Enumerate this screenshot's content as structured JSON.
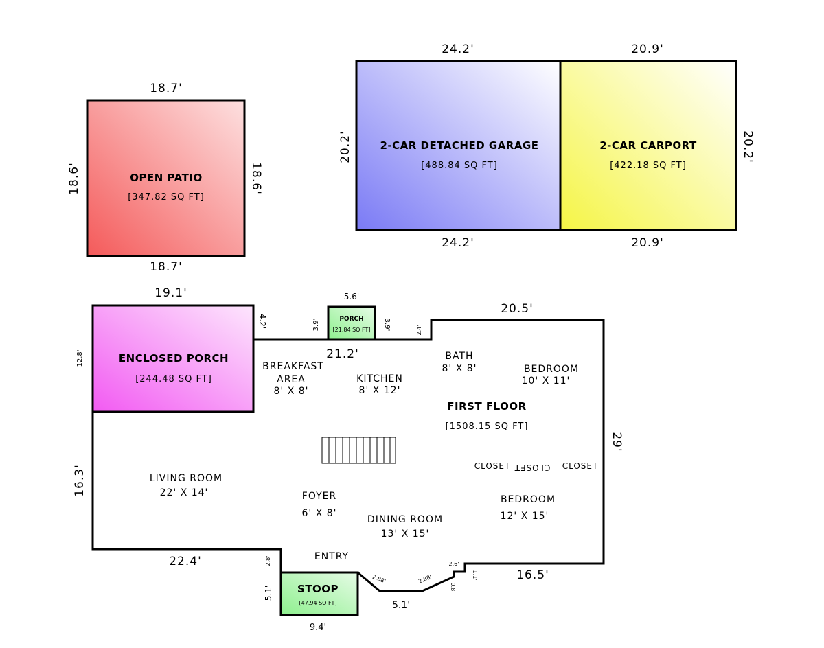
{
  "colors": {
    "patio": [
      "#f45a5a",
      "#fde0e0"
    ],
    "garage": [
      "#7a7af5",
      "#ffffff"
    ],
    "carport": [
      "#f5f545",
      "#ffffff"
    ],
    "enclosed_porch": [
      "#f25af2",
      "#fde6fd"
    ],
    "green": [
      "#8ef08e",
      "#e6fbe6"
    ]
  },
  "patio": {
    "name": "OPEN PATIO",
    "area": "[347.82 SQ FT]",
    "dim_top": "18.7'",
    "dim_bottom": "18.7'",
    "dim_left": "18.6'",
    "dim_right": "18.6'"
  },
  "garage": {
    "name": "2-CAR DETACHED GARAGE",
    "area": "[488.84 SQ FT]",
    "dim_top": "24.2'",
    "dim_bottom": "24.2'",
    "dim_left": "20.2'"
  },
  "carport": {
    "name": "2-CAR CARPORT",
    "area": "[422.18 SQ FT]",
    "dim_top": "20.9'",
    "dim_bottom": "20.9'",
    "dim_right": "20.2'"
  },
  "enclosed_porch": {
    "name": "ENCLOSED PORCH",
    "area": "[244.48 SQ FT]",
    "dim_top": "19.1'",
    "dim_left": "12.8'"
  },
  "porch": {
    "name": "PORCH",
    "area": "[21.84 SQ FT]",
    "dim_top": "5.6'",
    "dim_left": "3.9'",
    "dim_right": "3.9'"
  },
  "stoop": {
    "name": "STOOP",
    "area": "[47.94 SQ FT]",
    "dim_bottom": "9.4'",
    "dim_left": "5.1'"
  },
  "first_floor": {
    "name": "FIRST FLOOR",
    "area": "[1508.15 SQ FT]",
    "dims": {
      "d_4_2": "4.2'",
      "d_21_2": "21.2'",
      "d_2_4": "2.4'",
      "d_20_5": "20.5'",
      "d_29": "29'",
      "d_16_5": "16.5'",
      "d_1_1": "1.1'",
      "d_2_6": "2.6'",
      "d_0_8": "0.8'",
      "d_2_88a": "2.88'",
      "d_2_88b": "2.88'",
      "d_5_1": "5.1'",
      "d_2_8": "2.8'",
      "d_22_4": "22.4'",
      "d_16_3": "16.3'"
    },
    "rooms": {
      "breakfast_1": "BREAKFAST",
      "breakfast_2": "AREA",
      "breakfast_size": "8' X 8'",
      "kitchen": "KITCHEN",
      "kitchen_size": "8' X 12'",
      "bath": "BATH",
      "bath_size": "8' X 8'",
      "bedroom1": "BEDROOM",
      "bedroom1_size": "10' X 11'",
      "closet1": "CLOSET",
      "closet2": "CLOSET",
      "closet3": "CLOSET",
      "living": "LIVING ROOM",
      "living_size": "22' X 14'",
      "foyer": "FOYER",
      "foyer_size": "6' X 8'",
      "dining": "DINING ROOM",
      "dining_size": "13' X 15'",
      "bedroom2": "BEDROOM",
      "bedroom2_size": "12' X 15'",
      "entry": "ENTRY"
    }
  }
}
